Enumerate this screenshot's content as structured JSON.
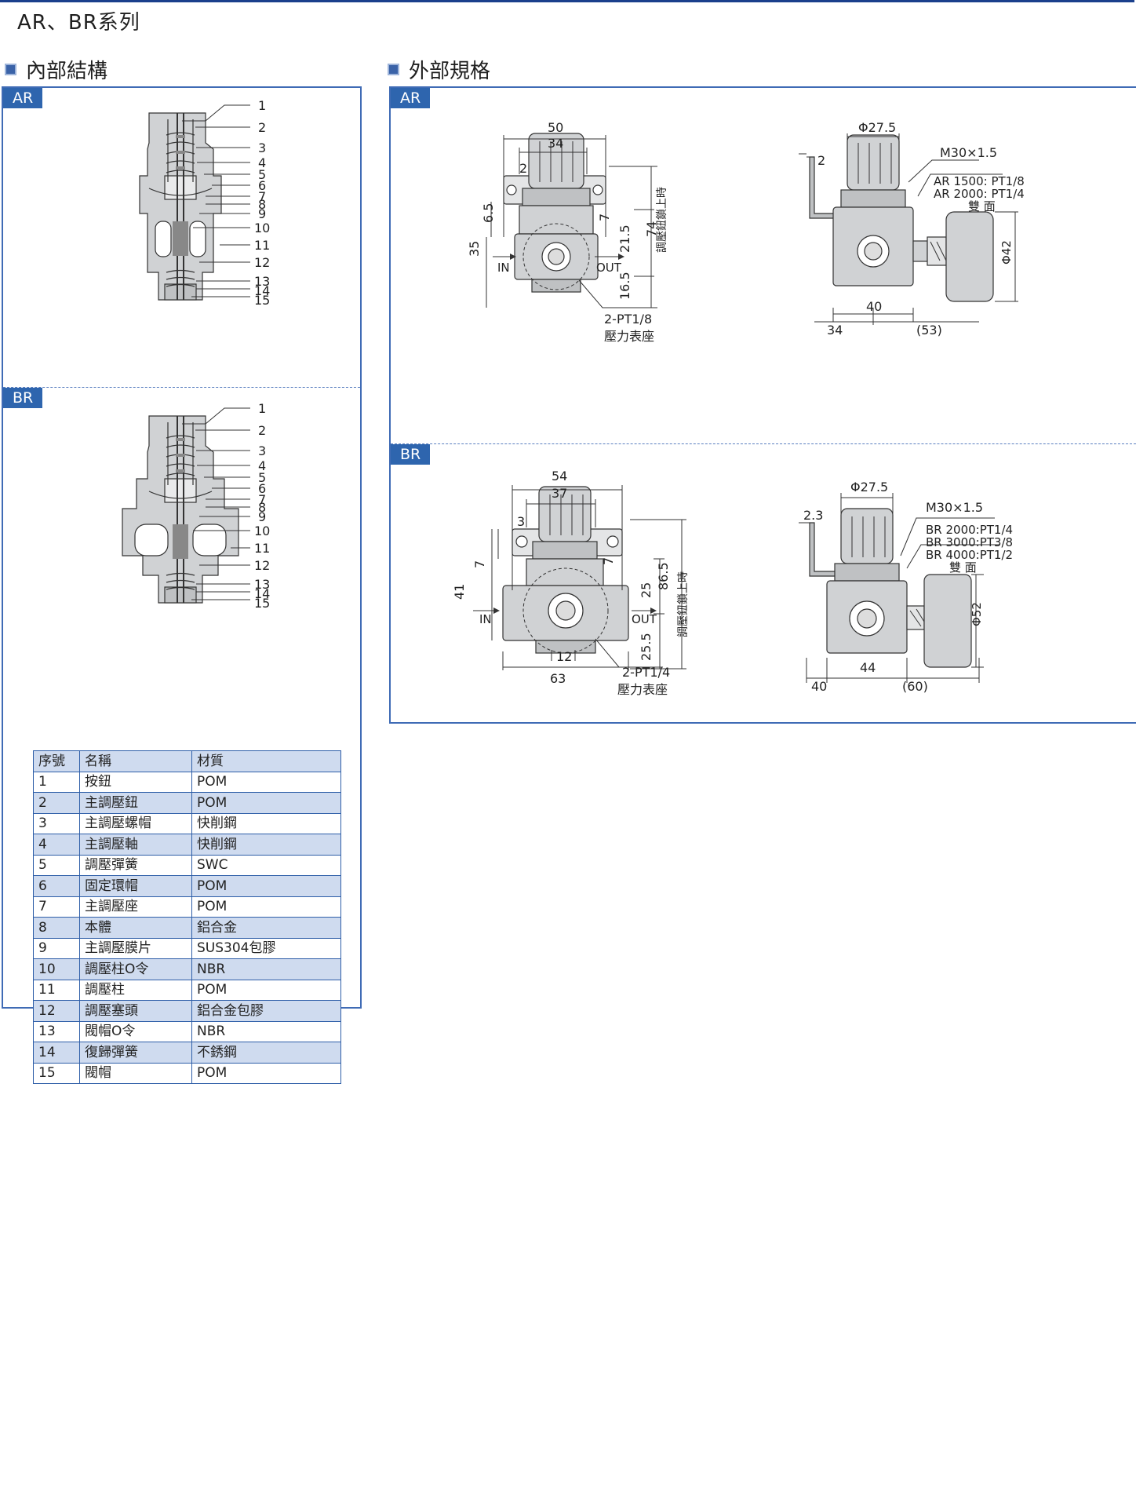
{
  "page_title": "AR、BR系列",
  "sections": {
    "internal": {
      "title": "內部結構"
    },
    "external": {
      "title": "外部規格"
    }
  },
  "tags": {
    "ar": "AR",
    "br": "BR"
  },
  "callouts": [
    "1",
    "2",
    "3",
    "4",
    "5",
    "6",
    "7",
    "8",
    "9",
    "10",
    "11",
    "12",
    "13",
    "14",
    "15"
  ],
  "ar_dims": {
    "w50": "50",
    "w34": "34",
    "d2": "2",
    "d6_5": "6.5",
    "d35": "35",
    "d7": "7",
    "d74": "74",
    "d21_5": "21.5",
    "d16_5": "16.5",
    "in": "IN",
    "out": "OUT",
    "gauge_port": "2-PT1/8",
    "gauge_seat": "壓力表座",
    "knob_note": "調壓鈕鎖上時",
    "phi27_5": "Φ27.5",
    "d2b": "2",
    "thread": "M30×1.5",
    "port_1500": "AR 1500: PT1/8",
    "port_2000": "AR 2000: PT1/4",
    "both_sides": "雙 面",
    "phi42": "Φ42",
    "w40": "40",
    "w34b": "34",
    "w53": "(53)"
  },
  "br_dims": {
    "w54": "54",
    "w37": "37",
    "d3": "3",
    "d7a": "7",
    "d41": "41",
    "d7b": "7",
    "d25": "25",
    "d86_5": "86.5",
    "d25_5": "25.5",
    "d12": "12",
    "w63": "63",
    "in": "IN",
    "out": "OUT",
    "gauge_port": "2-PT1/4",
    "gauge_seat": "壓力表座",
    "knob_note": "調壓鈕鎖上時",
    "phi27_5": "Φ27.5",
    "d2_3": "2.3",
    "thread": "M30×1.5",
    "port_2000": "BR 2000:PT1/4",
    "port_3000": "BR 3000:PT3/8",
    "port_4000": "BR 4000:PT1/2",
    "both_sides": "雙 面",
    "phi52": "Φ52",
    "w40": "40",
    "w44": "44",
    "w60": "(60)"
  },
  "parts_table": {
    "headers": [
      "序號",
      "名稱",
      "材質"
    ],
    "rows": [
      [
        "1",
        "按鈕",
        "POM"
      ],
      [
        "2",
        "主調壓鈕",
        "POM"
      ],
      [
        "3",
        "主調壓螺帽",
        "快削鋼"
      ],
      [
        "4",
        "主調壓軸",
        "快削鋼"
      ],
      [
        "5",
        "調壓彈簧",
        "SWC"
      ],
      [
        "6",
        "固定環帽",
        "POM"
      ],
      [
        "7",
        "主調壓座",
        "POM"
      ],
      [
        "8",
        "本體",
        "鋁合金"
      ],
      [
        "9",
        "主調壓膜片",
        "SUS304包膠"
      ],
      [
        "10",
        "調壓柱O令",
        "NBR"
      ],
      [
        "11",
        "調壓柱",
        "POM"
      ],
      [
        "12",
        "調壓塞頭",
        "鋁合金包膠"
      ],
      [
        "13",
        "閥帽O令",
        "NBR"
      ],
      [
        "14",
        "復歸彈簧",
        "不銹鋼"
      ],
      [
        "15",
        "閥帽",
        "POM"
      ]
    ]
  },
  "colors": {
    "accent": "#2e65ae",
    "border": "#3f6bb5",
    "table_alt": "#cfdbef",
    "body_gray": "#d0d2d4"
  }
}
